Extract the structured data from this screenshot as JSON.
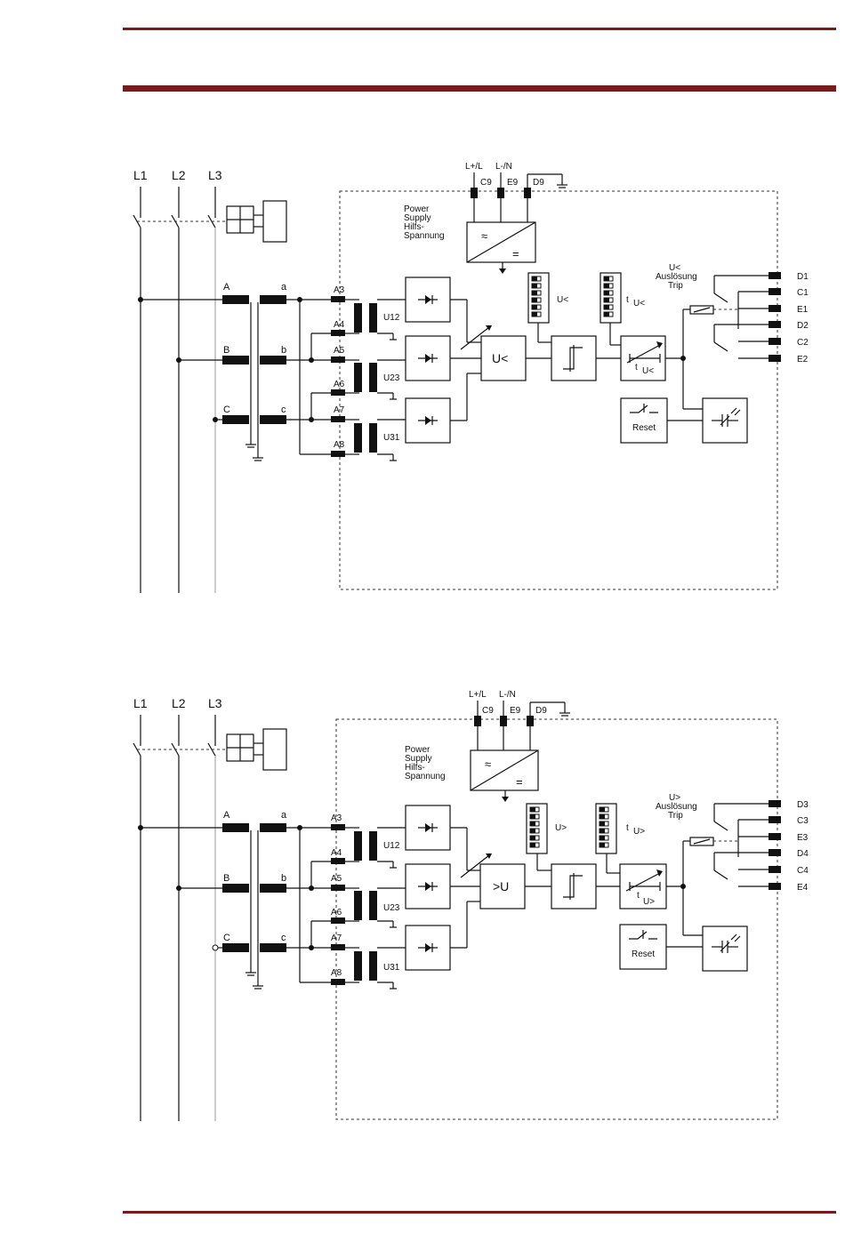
{
  "diagram1": {
    "lines": [
      "L1",
      "L2",
      "L3"
    ],
    "supply_terminals": [
      "L+/L",
      "L-/N"
    ],
    "supply_pins": [
      "C9",
      "E9",
      "D9"
    ],
    "power_supply_label": [
      "Power",
      "Supply",
      "Hilfs-",
      "Spannung"
    ],
    "ct_primary": [
      "A",
      "B",
      "C"
    ],
    "ct_secondary": [
      "a",
      "b",
      "c"
    ],
    "input_terminals": [
      "A3",
      "A4",
      "A5",
      "A6",
      "A7",
      "A8"
    ],
    "transformers": [
      "U12",
      "U23",
      "U31"
    ],
    "comparator": "U<",
    "switch_u_label": "U<",
    "switch_t_label": "t",
    "switch_t_sub": "U<",
    "timer_t": "t",
    "timer_sub": "U<",
    "reset": "Reset",
    "trip_label": [
      "U<",
      "Auslösung",
      "Trip"
    ],
    "outputs": [
      "D1",
      "C1",
      "E1",
      "D2",
      "C2",
      "E2"
    ]
  },
  "diagram2": {
    "lines": [
      "L1",
      "L2",
      "L3"
    ],
    "supply_terminals": [
      "L+/L",
      "L-/N"
    ],
    "supply_pins": [
      "C9",
      "E9",
      "D9"
    ],
    "power_supply_label": [
      "Power",
      "Supply",
      "Hilfs-",
      "Spannung"
    ],
    "ct_primary": [
      "A",
      "B",
      "C"
    ],
    "ct_secondary": [
      "a",
      "b",
      "c"
    ],
    "input_terminals": [
      "A3",
      "A4",
      "A5",
      "A6",
      "A7",
      "A8"
    ],
    "transformers": [
      "U12",
      "U23",
      "U31"
    ],
    "comparator": ">U",
    "switch_u_label": "U>",
    "switch_t_label": "t",
    "switch_t_sub": "U>",
    "timer_t": "t",
    "timer_sub": "U>",
    "reset": "Reset",
    "trip_label": [
      "U>",
      "Auslösung",
      "Trip"
    ],
    "outputs": [
      "D3",
      "C3",
      "E3",
      "D4",
      "C4",
      "E4"
    ]
  }
}
